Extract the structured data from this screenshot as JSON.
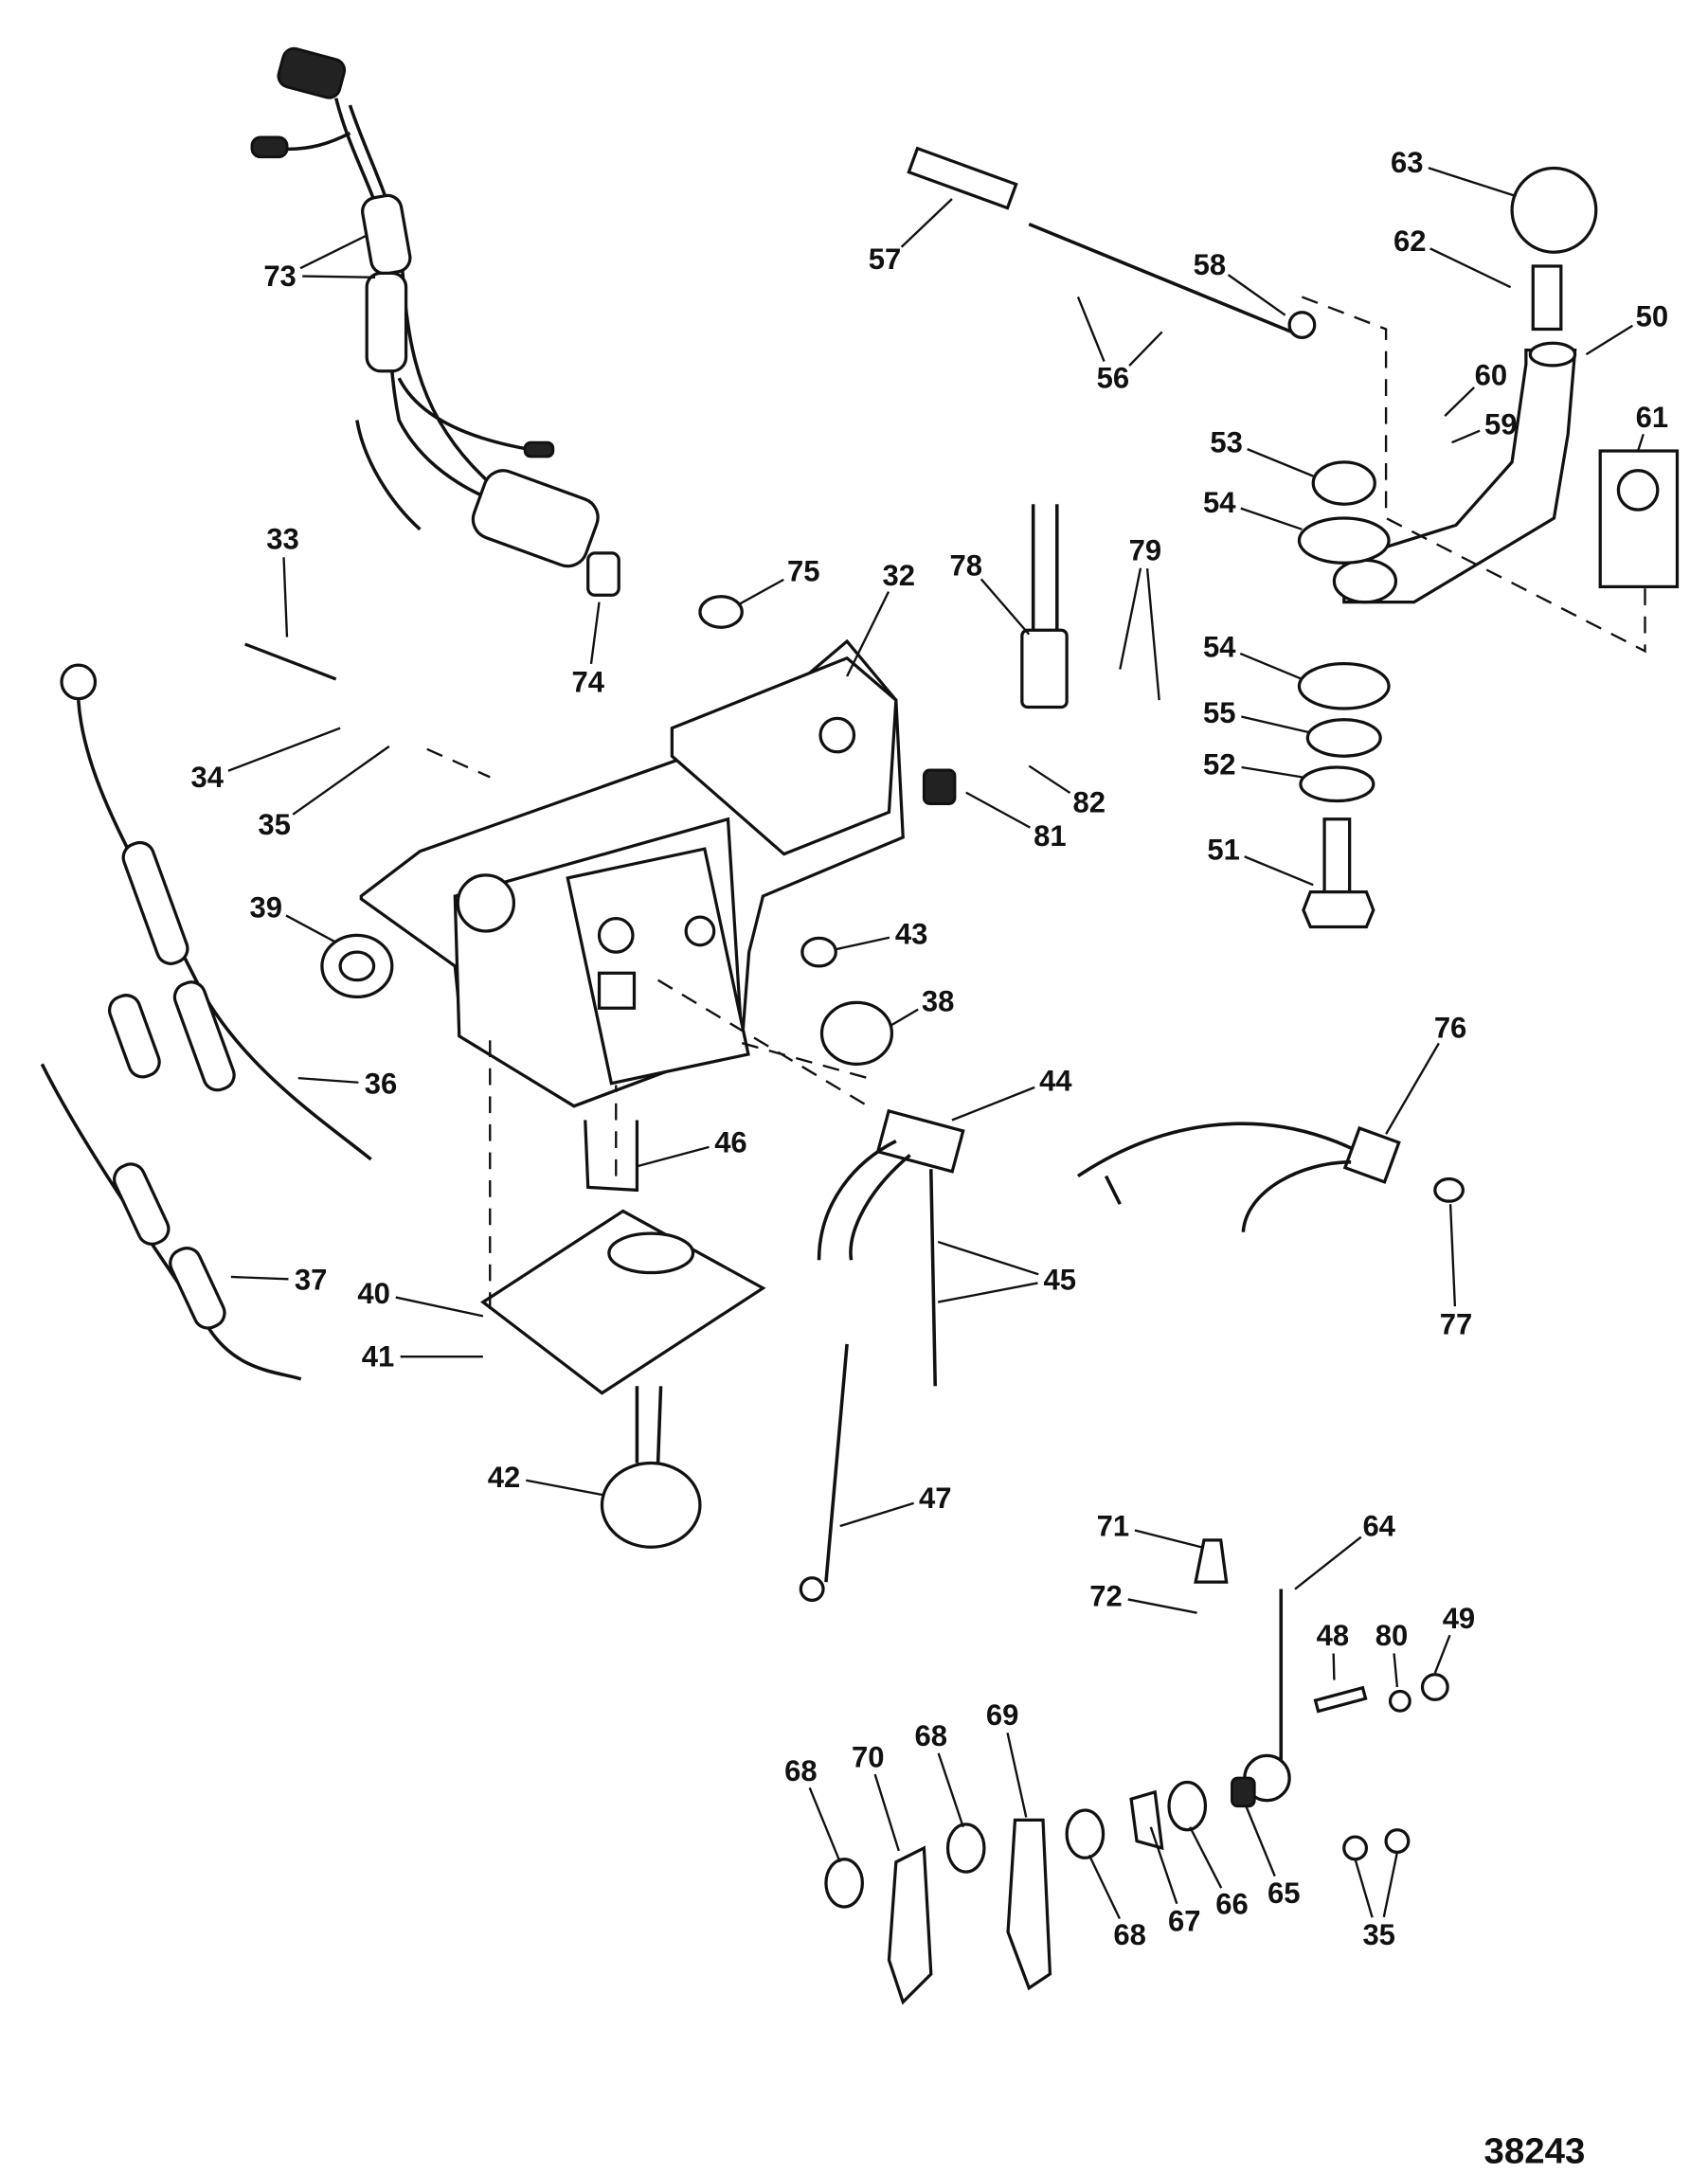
{
  "diagram": {
    "figure_number": "38243",
    "callouts": [
      "73",
      "33",
      "75",
      "74",
      "32",
      "78",
      "79",
      "57",
      "56",
      "58",
      "63",
      "62",
      "50",
      "60",
      "59",
      "61",
      "53",
      "54",
      "54",
      "55",
      "52",
      "51",
      "34",
      "35",
      "39",
      "43",
      "38",
      "36",
      "76",
      "44",
      "46",
      "45",
      "77",
      "37",
      "40",
      "41",
      "42",
      "47",
      "71",
      "64",
      "72",
      "48",
      "80",
      "49",
      "68",
      "70",
      "68",
      "69",
      "68",
      "67",
      "66",
      "65",
      "35",
      "82",
      "81"
    ]
  }
}
